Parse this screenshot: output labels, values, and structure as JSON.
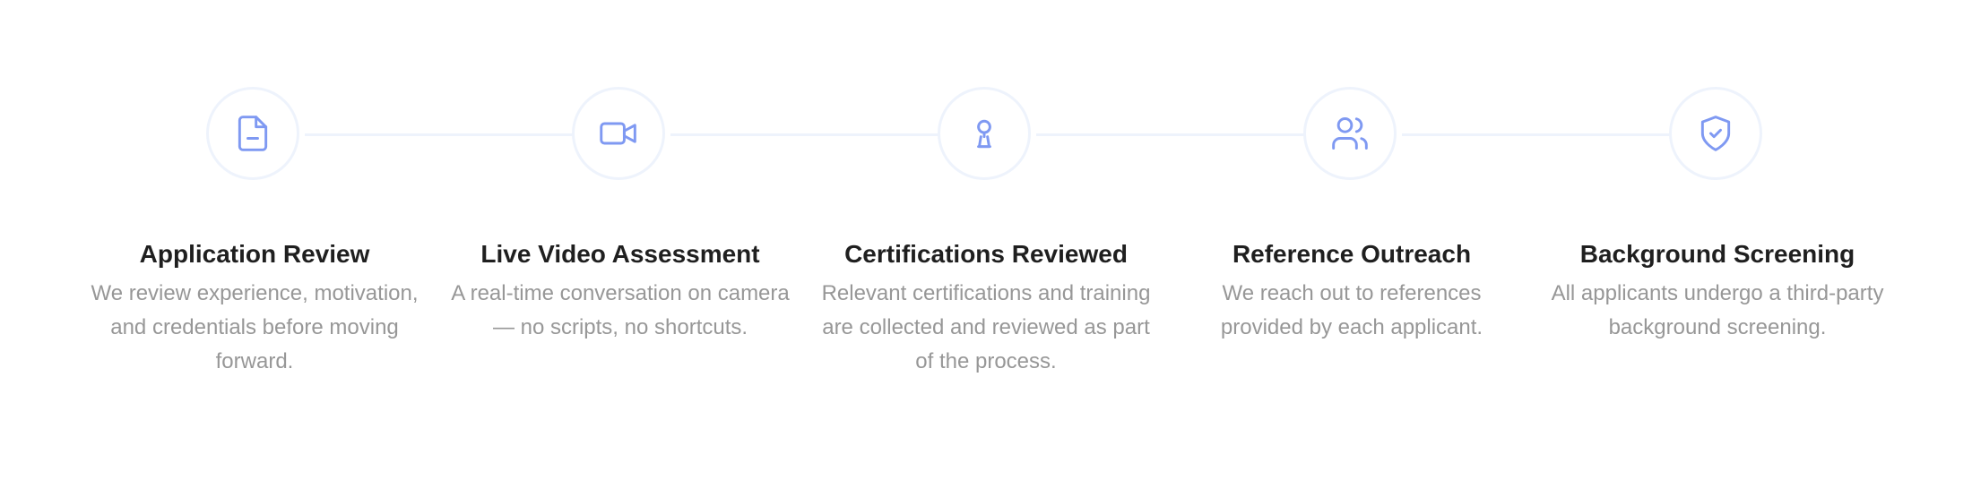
{
  "accent_color": "#7f99f2",
  "line_color": "#eef3fc",
  "steps": [
    {
      "icon": "document-icon",
      "title": "Application Review",
      "description": "We review experience, motivation, and credentials before moving forward."
    },
    {
      "icon": "video-camera-icon",
      "title": "Live Video Assessment",
      "description": "A real-time conversation on camera — no scripts, no shortcuts."
    },
    {
      "icon": "award-icon",
      "title": "Certifications Reviewed",
      "description": "Relevant certifications and training are collected and reviewed as part of the process."
    },
    {
      "icon": "users-icon",
      "title": "Reference Outreach",
      "description": "We reach out to references provided by each applicant."
    },
    {
      "icon": "shield-check-icon",
      "title": "Background Screening",
      "description": "All applicants undergo a third-party background screening."
    }
  ]
}
